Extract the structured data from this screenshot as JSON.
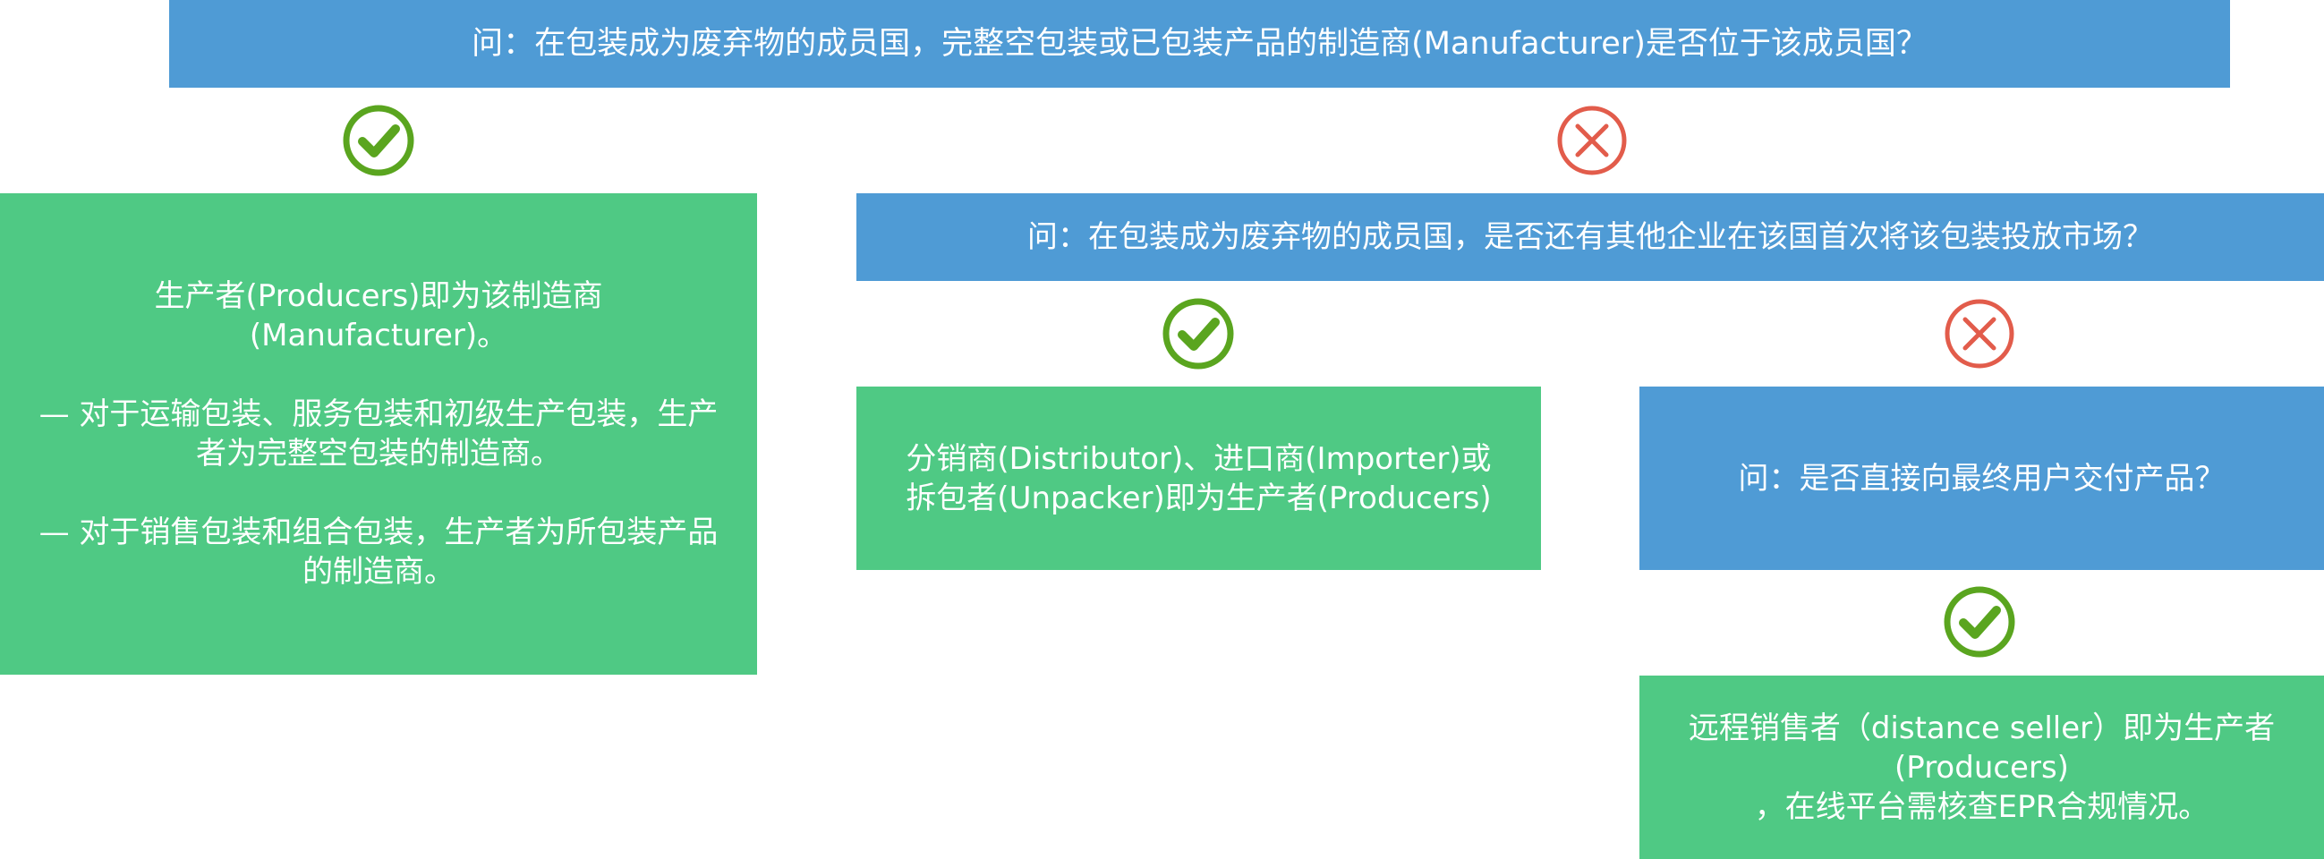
{
  "q1": {
    "text": "问：在包装成为废弃物的成员国，完整空包装或已包装产品的制造商(Manufacturer)是否位于该成员国？"
  },
  "a1": {
    "text": "生产者(Producers)即为该制造商\n(Manufacturer)。\n\n— 对于运输包装、服务包装和初级生产包装，生产者为完整空包装的制造商。\n\n— 对于销售包装和组合包装，生产者为所包装产品的制造商。"
  },
  "q2": {
    "text": "问：在包装成为废弃物的成员国，是否还有其他企业在该国首次将该包装投放市场？"
  },
  "a2": {
    "text": "分销商(Distributor)、进口商(Importer)或\n拆包者(Unpacker)即为生产者(Producers)"
  },
  "q3": {
    "text": "问：是否直接向最终用户交付产品？"
  },
  "a3": {
    "text": "远程销售者（distance seller）即为生产者\n(Producers)\n，在线平台需核查EPR合规情况。"
  },
  "icons": {
    "yes": "check-circle-icon",
    "no": "x-circle-icon"
  },
  "colors": {
    "question_bg": "#4f9bd5",
    "answer_bg": "#4fc984",
    "yes_icon": "#5aa51f",
    "no_icon": "#e25c4b"
  }
}
